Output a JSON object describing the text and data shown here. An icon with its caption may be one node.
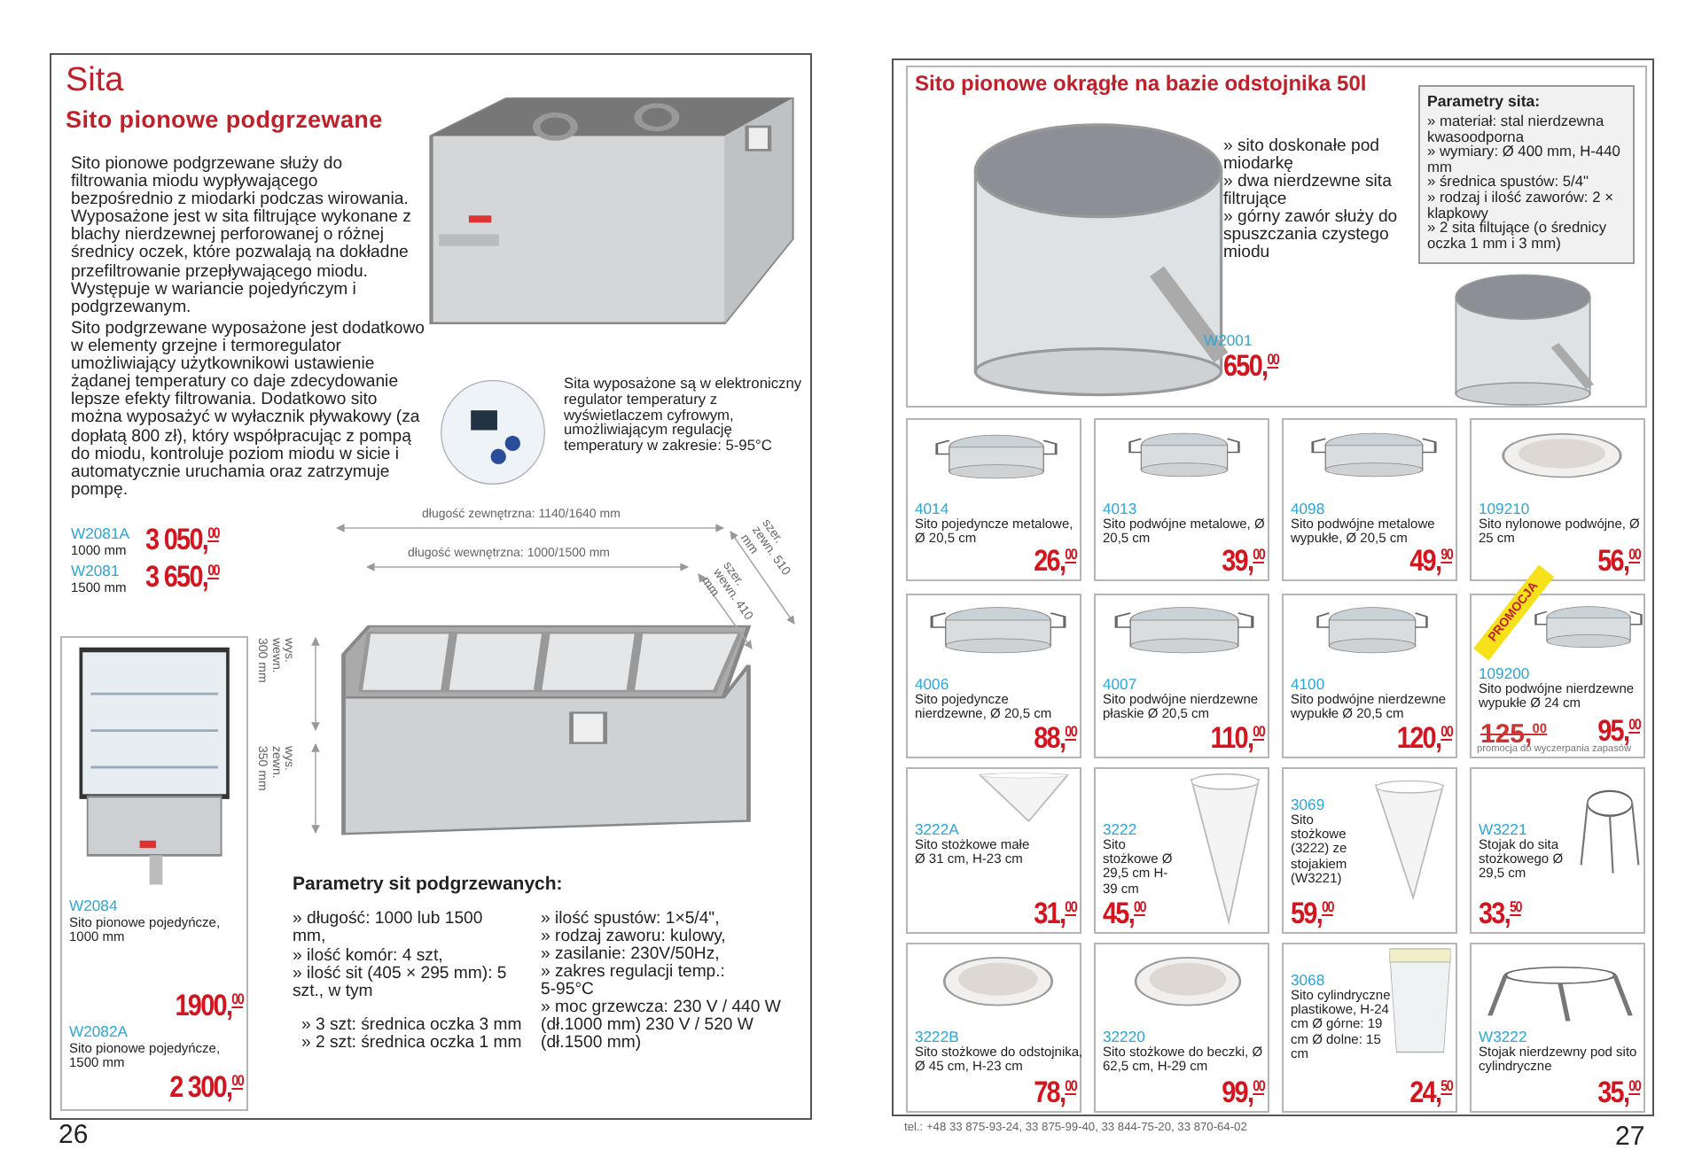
{
  "diagram": {
    "nodes": [
      {
        "text": [
          "Sita",
          "Sito pionowe podgrzewane"
        ]
      },
      {
        "text": [
          "W2084",
          "Sito pionowe pojedyńcze, 1000 mm",
          "1900,$^{00}$",
          "W2082A",
          "Sito pionowe pojedyńcze, 1500 mm",
          "2 300,$^{00}$"
        ],
        "in": 0
      },
      {
        "text": [],
        "shape": "box"
      },
      {
        "text": [
          "Sito pionowe okrągłe na bazie odstojnika 50l",
          "» sito doskonałe pod miodarkę",
          "» dwa nierdzewne sita filtrujące",
          "» górny zawór służy do spuszczania czystego miodu",
          "W2001",
          "650,$^{00}$"
        ],
        "in": 2
      },
      {
        "text": [
          "Parametry sita:",
          "» materiał: stal nierdzewna kwasoodporna",
          "» wymiary: Ø 400 mm, H-440 mm",
          "» średnica spustów: 5/4\"",
          "» rodzaj i ilość zaworów: 2 × klapkowy",
          "» 2 sita filtujące (o średnicy oczka 1 mm i 3 mm)"
        ],
        "in": 3
      },
      {
        "text": [
          "4014",
          "Sito pojedyncze metalowe, Ø 20,5 cm",
          "26,$^{00}$"
        ],
        "in": 2
      },
      {
        "text": [
          "4013",
          "Sito podwójne metalowe, Ø 20,5 cm",
          "39,$^{00}$"
        ],
        "in": 2
      },
      {
        "text": [
          "4098",
          "Sito podwójne metalowe wypukłe, Ø 20,5 cm",
          "49,$^{90}$"
        ],
        "in": 2
      },
      {
        "text": [
          "109210",
          "Sito nylonowe podwójne, Ø 25 cm",
          "56,$^{00}$"
        ],
        "in": 2
      },
      {
        "text": [
          "4006",
          "Sito pojedyncze nierdzewne, Ø 20,5 cm",
          "88,$^{00}$"
        ],
        "in": 2
      },
      {
        "text": [
          "4007",
          "Sito podwójne nierdzewne płaskie Ø 20,5 cm",
          "110,$^{00}$"
        ],
        "in": 2
      },
      {
        "text": [
          "4100",
          "Sito podwójne nierdzewne wypukłe Ø 20,5 cm",
          "120,$^{00}$"
        ],
        "in": 2
      },
      {
        "text": [
          "109200",
          "Sito podwójne nierdzewne wypukłe Ø 24 cm",
          "125,$^{00}$",
          "95,$^{00}$",
          "promocja do wyczerpania zapasów",
          "PROMOCJA"
        ],
        "in": 2
      },
      {
        "text": [
          "3222A",
          "Sito stożkowe małe Ø 31 cm, H-23 cm",
          "31,$^{00}$"
        ],
        "in": 2
      },
      {
        "text": [
          "3222",
          "Sito stożkowe Ø 29,5 cm H-39 cm",
          "45,$^{00}$"
        ],
        "in": 2
      },
      {
        "text": [
          "3069",
          "Sito stożkowe (3222) ze stojakiem (W3221)",
          "59,$^{00}$"
        ],
        "in": 2
      },
      {
        "text": [
          "W3221",
          "Stojak do sita stożkowego Ø 29,5 cm",
          "33,$^{50}$"
        ],
        "in": 2
      },
      {
        "text": [
          "3222B",
          "Sito stożkowe do odstojnika, Ø 45 cm, H-23 cm",
          "78,$^{00}$"
        ],
        "in": 2
      },
      {
        "text": [
          "32220",
          "Sito stożkowe do beczki, Ø 62,5 cm, H-29 cm",
          "99,$^{00}$"
        ],
        "in": 2
      },
      {
        "text": [
          "3068",
          "Sito cylindryczne plastikowe, H-24 cm Ø górne: 19 cm Ø dolne: 15 cm",
          "24,$^{50}$"
        ],
        "in": 2
      },
      {
        "text": [
          "W3222",
          "Stojak nierdzewny pod sito cylindryczne",
          "35,$^{00}$"
        ],
        "in": 2
      }
    ],
    "labels": [
      "Sito pionowe podgrzewane służy do filtrowania miodu wypływającego bezpośrednio z miodarki podczas wirowania. Wyposażone jest w sita filtrujące wykonane z blachy nierdzewnej perforowanej o różnej średnicy oczek, które pozwalają na dokładne przefiltrowanie przepływającego miodu. Występuje w wariancie pojedyńczym i podgrzewanym.",
      "Sito podgrzewane wyposażone jest dodatkowo w elementy grzejne i termoregulator umożliwiający użytkownikowi ustawienie żądanej temperatury co daje zdecydowanie lepsze efekty filtrowania. Dodatkowo sito można wyposażyć w wyłacznik pływakowy (za dopłatą 800 zł), który współpracując z pompą do miodu, kontroluje poziom miodu w sicie i automatycznie uruchamia oraz zatrzymuje pompę.",
      "Sita wyposażone są w elektroniczny regulator temperatury z wyświetlaczem cyfrowym, umożliwiającym regulację temperatury w zakresie: 5-95°C",
      "W2081A",
      "1000 mm",
      "3 050,$^{00}$",
      "W2081",
      "1500 mm",
      "3 650,$^{00}$",
      "długość zewnętrzna: 1140/1640 mm",
      "długość wewnętrzna: 1000/1500 mm",
      "szer. zewn. 510 mm",
      "szer. wewn. 410 mm",
      "wys. wewn. 300 mm",
      "wys. zewn. 350 mm",
      "Parametry sit podgrzewanych:",
      "» długość: 1000 lub 1500 mm,",
      "» ilość komór: 4 szt,",
      "» ilość sit (405 × 295 mm): 5 szt., w tym",
      "» 3 szt: średnica oczka 3 mm",
      "» 2 szt: średnica oczka 1 mm",
      "» ilość spustów: 1×5/4\",",
      "» rodzaj zaworu: kulowy,",
      "» zasilanie: 230V/50Hz,",
      "» zakres regulacji temp.: 5-95°C",
      "» moc grzewcza: 230 V / 440 W (dł.1000 mm) 230 V / 520 W (dł.1500 mm)",
      "26",
      "tel.: +48 33 875-93-24, 33 875-99-40, 33 844-75-20, 33 870-64-02",
      "27"
    ]
  }
}
